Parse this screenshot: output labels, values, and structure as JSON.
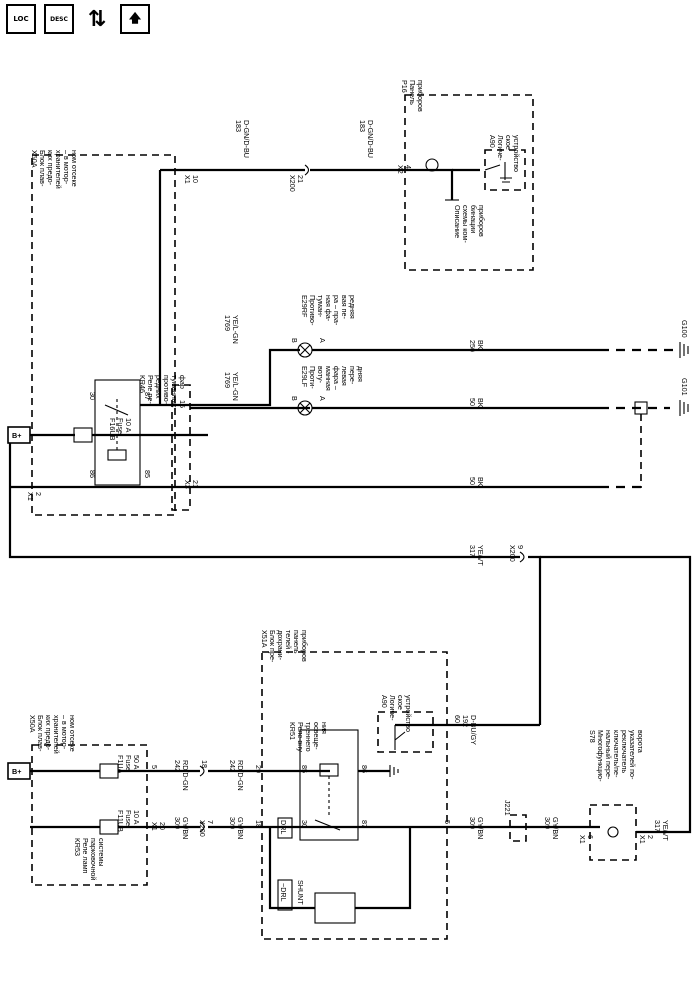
{
  "toolbar": {
    "loc_icon": "LOC",
    "desc_icon": "DESC",
    "tools_icon": "wrench-arrows",
    "up_icon": "up-arrow"
  },
  "labels": {
    "x50a_top": [
      "X50A",
      "Блок плав-",
      "ких предо-",
      "хранителей",
      "– в мотор-",
      "ном отсеке"
    ],
    "p16": [
      "P16",
      "Панель",
      "приборов"
    ],
    "a90_top": [
      "A90",
      "Логиче-",
      "ское",
      "устройство"
    ],
    "combo": [
      "Описание",
      "схемы ком-",
      "бинации",
      "приборов"
    ],
    "wire_183_a": [
      "183",
      "D-GN/D-BU"
    ],
    "wire_183_b": [
      "183",
      "D-GN/D-BU"
    ],
    "x1_10": [
      "X1",
      "10"
    ],
    "x200_21": [
      "X200",
      "21"
    ],
    "x2_4": [
      "X2",
      "4"
    ],
    "e29rf": [
      "E29RF",
      "Противо-",
      "туман-",
      "ная фа-",
      "ра – пра-",
      "вая пе-",
      "редняя"
    ],
    "e29lf": [
      "E29LF",
      "Проти-",
      "воту-",
      "манная",
      "фара –",
      "левая",
      "пере-",
      "дняя"
    ],
    "wire_1769_a": [
      "1769",
      "YE/L-GN"
    ],
    "wire_1769_b": [
      "1769",
      "YE/L-GN"
    ],
    "wire_250": [
      "250",
      "BK"
    ],
    "wire_50_a": [
      "50",
      "BK"
    ],
    "wire_50_b": [
      "50",
      "BK"
    ],
    "g100": "G100",
    "g101": "G101",
    "pin_b_rf": "B",
    "pin_a_rf": "A",
    "pin_b_lf": "B",
    "pin_a_lf": "A",
    "bplus_top": "B+",
    "f16ub": [
      "F16UB",
      "Fuse",
      "10 A"
    ],
    "kr46": [
      "KR46",
      "Реле пе-",
      "редних",
      "противо-",
      "туманных",
      "фар"
    ],
    "pin_30_top": "30",
    "pin_87_top": "87",
    "pin_86_top": "86",
    "pin_85_top": "85",
    "x1_2": [
      "X1",
      "2"
    ],
    "x3_16": "16",
    "x3_21": [
      "X3",
      "21"
    ],
    "wire_317_a": [
      "317",
      "YE/VT"
    ],
    "x200_9": [
      "X200",
      "9"
    ],
    "x51a": [
      "X51A",
      "Блок пре-",
      "дохрани-",
      "телей -",
      "панель",
      "приборов"
    ],
    "x50a_bot": [
      "X50A",
      "Блок плав-",
      "ких предо-",
      "хранителей",
      "– в мотор-",
      "ном отсеке"
    ],
    "bplus_bot": "B+",
    "f1ua": [
      "F1UA",
      "Fuse",
      "50 A"
    ],
    "f11ub": [
      "F11UB",
      "Fuse",
      "10 A"
    ],
    "kr53": [
      "KR53",
      "Реле ламп",
      "парковочной",
      "системы"
    ],
    "wire_242_a": [
      "242",
      "RD/D-GN"
    ],
    "wire_242_b": [
      "242",
      "RD/D-GN"
    ],
    "wire_309_a": [
      "309",
      "GY/BN"
    ],
    "wire_309_b": [
      "309",
      "GY/BN"
    ],
    "wire_309_c": [
      "309",
      "GY/BN"
    ],
    "wire_309_d": [
      "309",
      "GY/BN"
    ],
    "pin_5": "5",
    "pin_20": [
      "X1",
      "20"
    ],
    "x200_18": "18",
    "x200_7": [
      "X200",
      "7"
    ],
    "pin_29": "29",
    "pin_18": "18",
    "kr51": [
      "KR51",
      "Реле вну-",
      "треннего",
      "освеще-",
      "ния"
    ],
    "pin_85_bot": "85",
    "pin_86_bot": "86",
    "pin_30_bot": "30",
    "pin_87_bot": "87",
    "drl": "DRL",
    "drl_neg": "~DRL",
    "shunt": "SHUNT",
    "a90_bot": [
      "A90",
      "Логиче-",
      "ское",
      "устройство"
    ],
    "wire_192": [
      "60",
      "192",
      "D-BU/GY"
    ],
    "pin_5_right": "5",
    "j221": "J221",
    "s78": [
      "S78",
      "Многофункцио-",
      "нальный пере-",
      "ключатель/пе-",
      "реключатель",
      "указателей по-",
      "ворота"
    ],
    "x1_6": [
      "X1",
      "6"
    ],
    "x1_2b": [
      "X1",
      "2"
    ],
    "wire_317_b": [
      "317",
      "YE/VT"
    ]
  }
}
